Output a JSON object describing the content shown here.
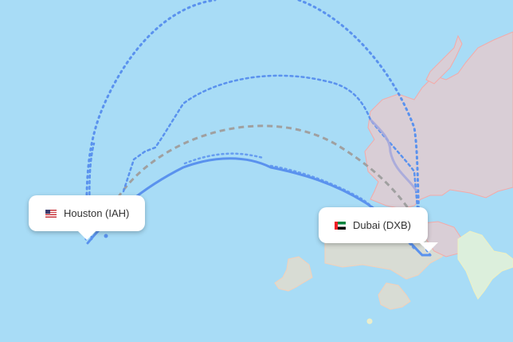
{
  "map": {
    "colors": {
      "ocean": "#a8dcf6",
      "land_highlight": "#d9ced6",
      "land_highlight_border": "#f4aaa8",
      "land_neutral": "#d8dcd4",
      "land_india": "#dcefdc",
      "route_flown": "#5a92ee",
      "route_direct": "#a0a0a0"
    },
    "origin": {
      "city": "Houston",
      "code": "IAH",
      "label": "Houston (IAH)",
      "flag_icon": "us-flag-icon"
    },
    "destination": {
      "city": "Dubai",
      "code": "DXB",
      "label": "Dubai (DXB)",
      "flag_icon": "ae-flag-icon"
    }
  }
}
